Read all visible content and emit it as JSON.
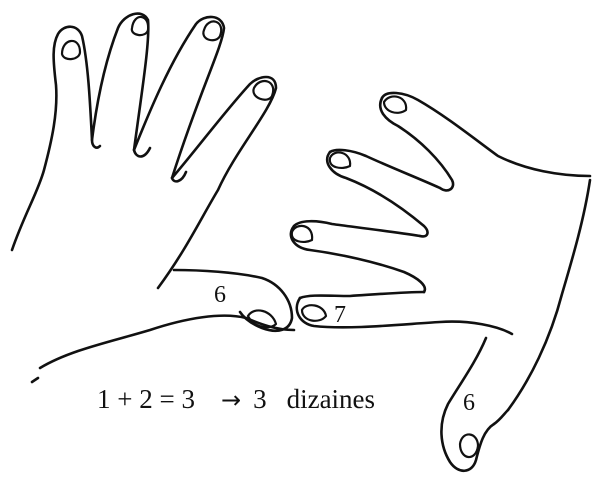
{
  "finger_labels": {
    "left": "6",
    "middle": "7",
    "right": "6"
  },
  "equation": {
    "expression": "1 + 2 = 3",
    "arrow_icon": "right-arrow-icon",
    "arrow_glyph": "→",
    "result_number": "3",
    "result_unit": "dizaines"
  }
}
